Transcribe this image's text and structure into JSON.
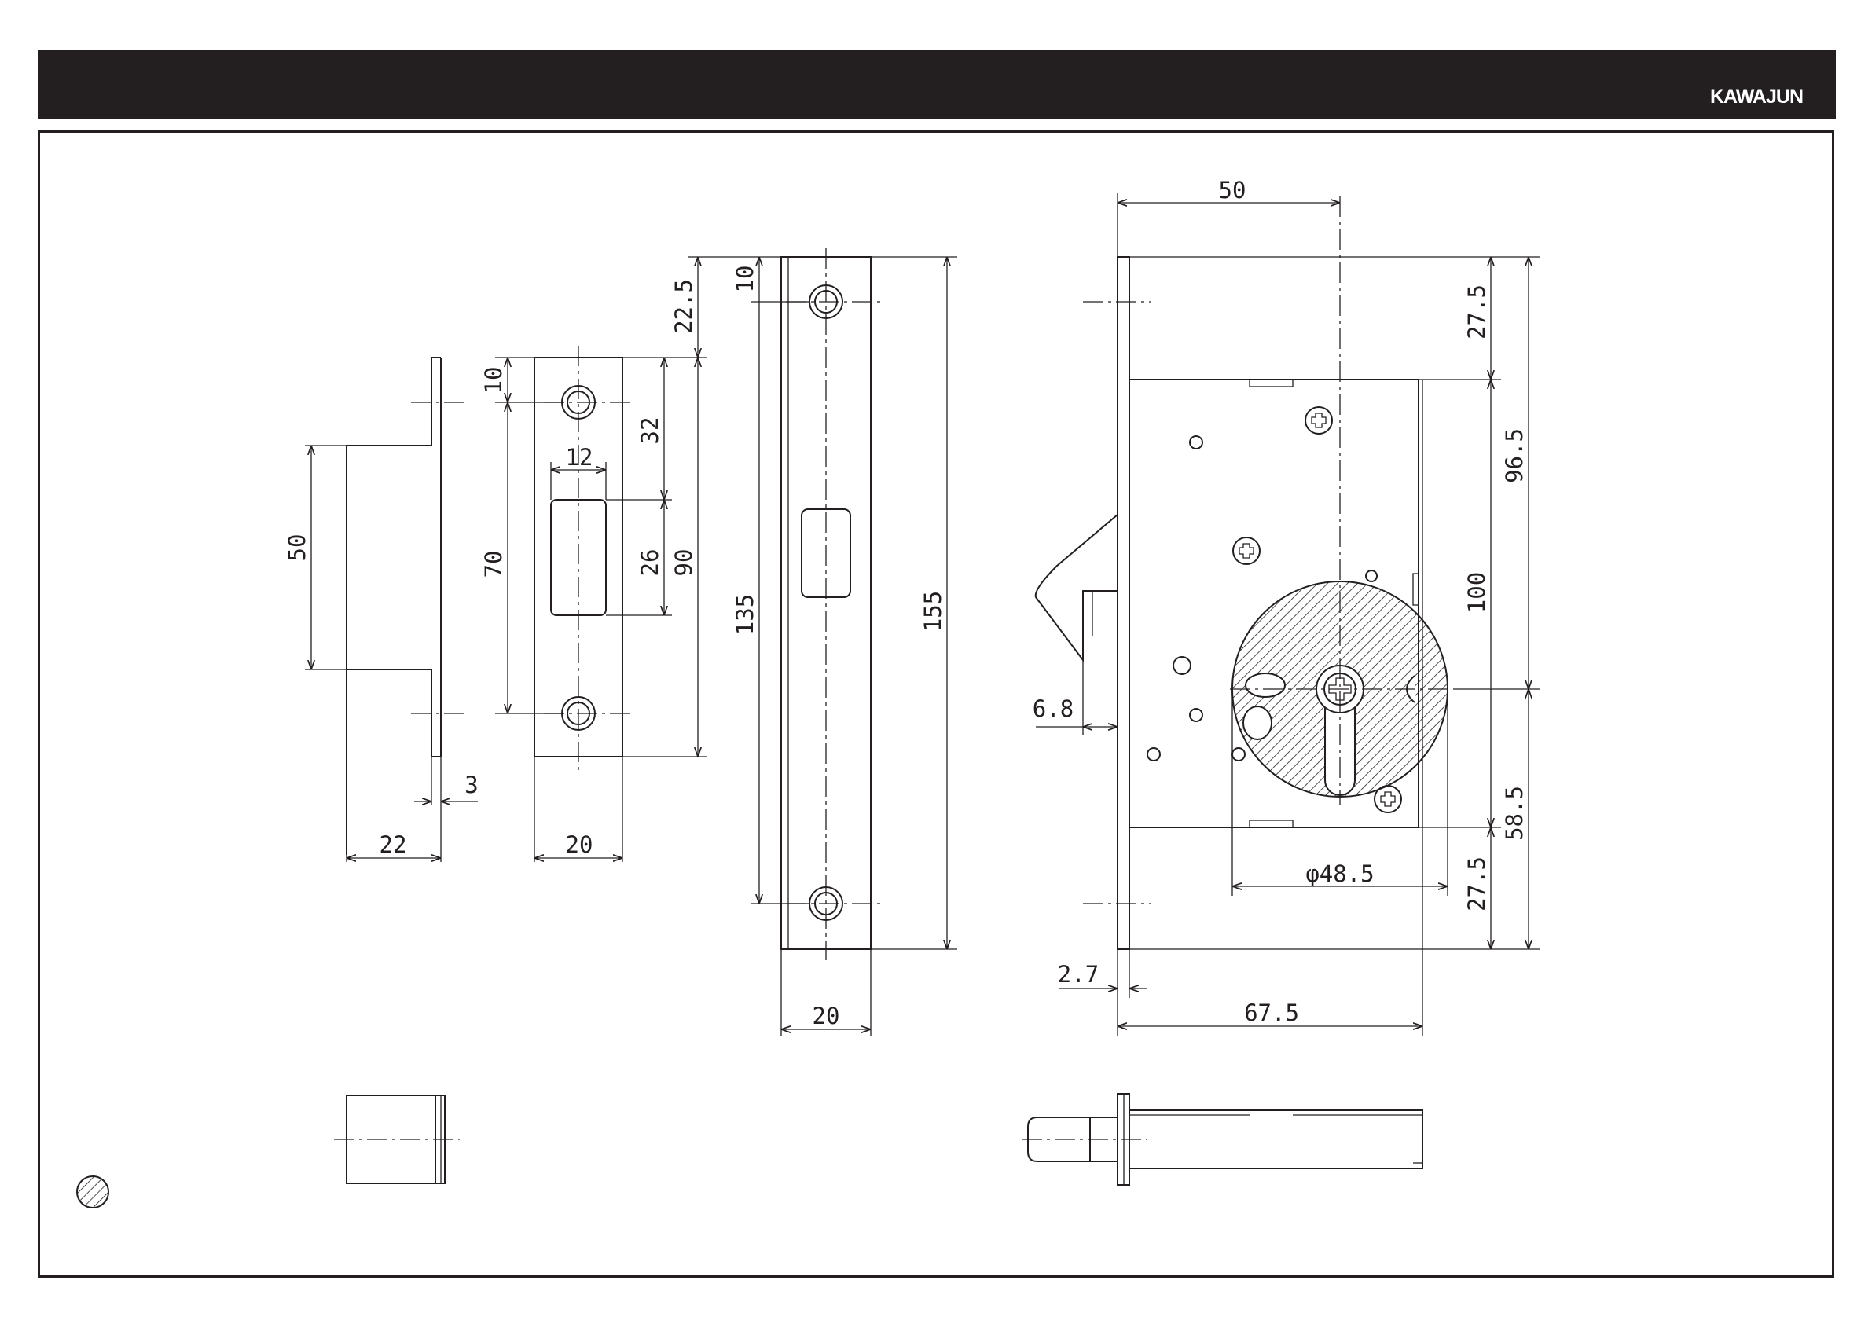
{
  "header": {
    "brand": "KAWAJUN"
  },
  "dimensions": {
    "strike_depth": "22",
    "strike_plate_thickness": "3",
    "strike_height": "50",
    "strike_plate_width": "20",
    "strike_hole_offset": "10",
    "strike_hole_spacing": "70",
    "strike_opening_width": "12",
    "strike_top_to_opening": "32",
    "strike_opening_height": "26",
    "strike_plate_height": "90",
    "front_plate_offset": "22.5",
    "faceplate_hole_offset": "10",
    "faceplate_hole_spacing": "135",
    "faceplate_height": "155",
    "faceplate_width": "20",
    "backset": "50",
    "top_to_case": "27.5",
    "case_to_center": "96.5",
    "center_height": "100",
    "center_to_bottom": "58.5",
    "case_to_bottom": "27.5",
    "cylinder_diameter": "φ48.5",
    "latch_throw": "6.8",
    "faceplate_thickness": "2.7",
    "case_depth": "67.5"
  },
  "colors": {
    "line": "#231f20",
    "header": "#231f20",
    "background": "#ffffff"
  }
}
